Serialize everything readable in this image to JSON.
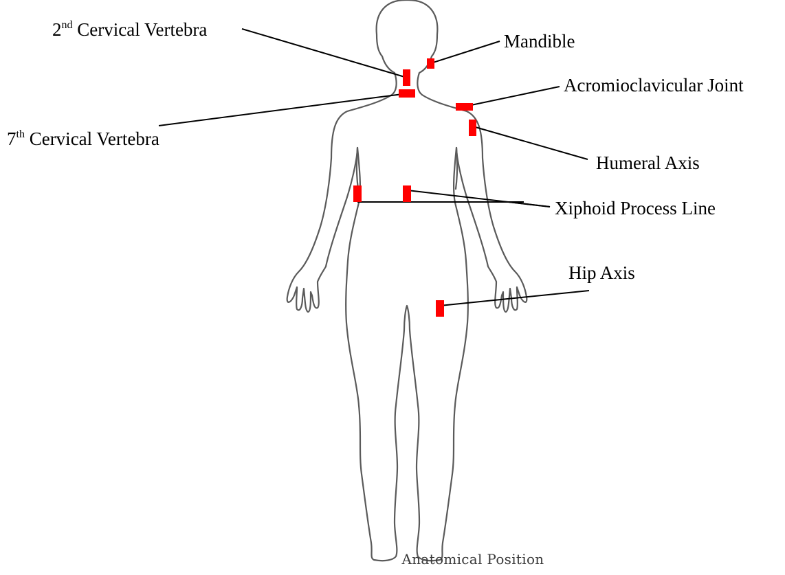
{
  "labels": {
    "c2": {
      "prefix": "2",
      "sup": "nd",
      "rest": " Cervical Vertebra"
    },
    "c7": {
      "prefix": "7",
      "sup": "th",
      "rest": " Cervical Vertebra"
    },
    "mandible": "Mandible",
    "acromioclavicular": "Acromioclavicular Joint",
    "humeral": "Humeral Axis",
    "xiphoid": "Xiphoid Process Line",
    "hip": "Hip Axis"
  },
  "caption": "Anatomical Position",
  "colors": {
    "marker": "#ff0000",
    "outline": "#5a5a5a",
    "leader": "#000000"
  }
}
